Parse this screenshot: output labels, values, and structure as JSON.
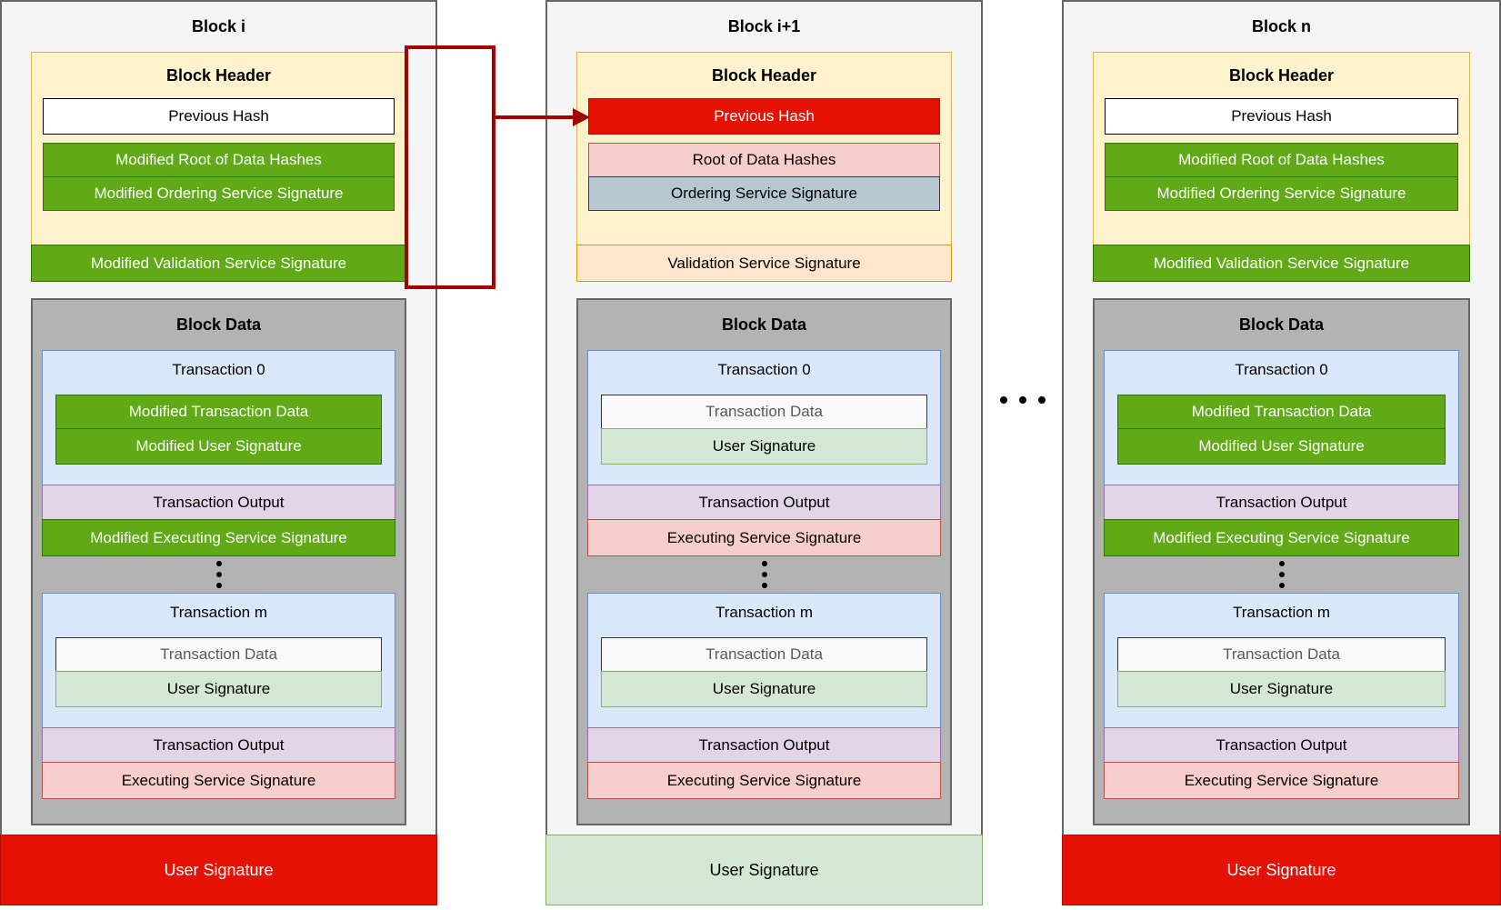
{
  "palette": {
    "container_fill": "#f5f5f5",
    "container_border": "#666666",
    "header_yellow": "#fff2cc",
    "header_yellow_border": "#d6b656",
    "modified_green": "#60a917",
    "modified_green_border": "#2d7600",
    "bright_red": "#e41104",
    "connector_dark_red": "#a00000",
    "block_data_gray": "#b3b3b3",
    "transaction_blue": "#dae8fc",
    "transaction_blue_border": "#6c8ebf",
    "output_lavender": "#e1d5e7",
    "executing_pink": "#f8cecc",
    "user_signature_light_green": "#d5e8d4",
    "ordering_blue_gray": "#b8c8d2",
    "validation_orange": "#ffe6cc"
  },
  "connector": {
    "style": "bracket-arrow",
    "color": "#a00000"
  },
  "inter_block_ellipsis_dots": 3,
  "blocks": [
    {
      "title": "Block i",
      "header": {
        "title": "Block Header",
        "previous_hash": "Previous Hash",
        "root_of_data_hashes": "Modified Root of Data Hashes",
        "ordering_service_signature": "Modified Ordering Service Signature"
      },
      "validation_service_signature": "Modified Validation Service Signature",
      "data": {
        "title": "Block Data",
        "transactions": [
          {
            "title": "Transaction 0",
            "transaction_data": "Modified Transaction Data",
            "user_signature": "Modified User Signature",
            "transaction_output": "Transaction Output",
            "executing_service_signature": "Modified Executing Service Signature"
          },
          {
            "title": "Transaction m",
            "transaction_data": "Transaction Data",
            "user_signature": "User Signature",
            "transaction_output": "Transaction Output",
            "executing_service_signature": "Executing Service Signature"
          }
        ]
      },
      "footer": "User Signature"
    },
    {
      "title": "Block i+1",
      "header": {
        "title": "Block Header",
        "previous_hash": "Previous Hash",
        "root_of_data_hashes": "Root of Data Hashes",
        "ordering_service_signature": "Ordering Service Signature"
      },
      "validation_service_signature": "Validation Service Signature",
      "data": {
        "title": "Block Data",
        "transactions": [
          {
            "title": "Transaction 0",
            "transaction_data": "Transaction Data",
            "user_signature": "User Signature",
            "transaction_output": "Transaction Output",
            "executing_service_signature": "Executing Service Signature"
          },
          {
            "title": "Transaction m",
            "transaction_data": "Transaction Data",
            "user_signature": "User Signature",
            "transaction_output": "Transaction Output",
            "executing_service_signature": "Executing Service Signature"
          }
        ]
      },
      "footer": "User Signature"
    },
    {
      "title": "Block n",
      "header": {
        "title": "Block Header",
        "previous_hash": "Previous Hash",
        "root_of_data_hashes": "Modified Root of Data Hashes",
        "ordering_service_signature": "Modified Ordering Service Signature"
      },
      "validation_service_signature": "Modified Validation Service Signature",
      "data": {
        "title": "Block Data",
        "transactions": [
          {
            "title": "Transaction 0",
            "transaction_data": "Modified Transaction Data",
            "user_signature": "Modified User Signature",
            "transaction_output": "Transaction Output",
            "executing_service_signature": "Modified Executing Service Signature"
          },
          {
            "title": "Transaction m",
            "transaction_data": "Transaction Data",
            "user_signature": "User Signature",
            "transaction_output": "Transaction Output",
            "executing_service_signature": "Executing Service Signature"
          }
        ]
      },
      "footer": "User Signature"
    }
  ]
}
